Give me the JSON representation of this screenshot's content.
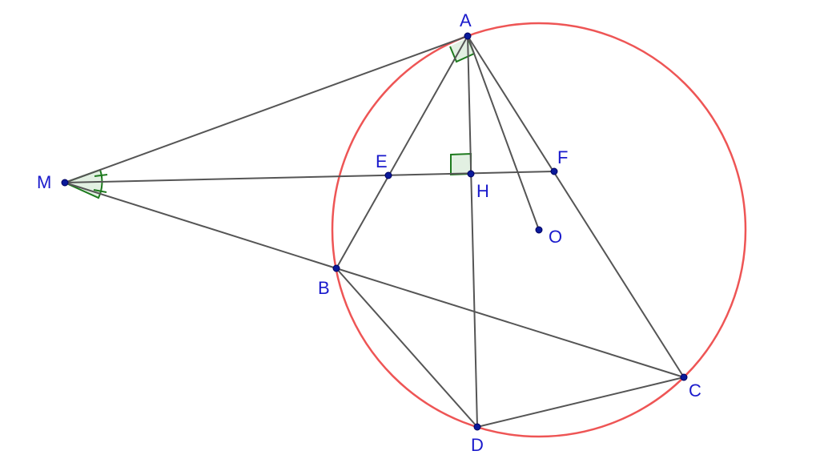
{
  "colors": {
    "circle": "#ee5555",
    "segment": "#555555",
    "point": "#0a1a9a",
    "label": "#1a1acc",
    "mark_stroke": "#1e7a1e",
    "mark_fill": "#cfe6cf"
  },
  "labels": {
    "A": "A",
    "B": "B",
    "C": "C",
    "D": "D",
    "E": "E",
    "F": "F",
    "H": "H",
    "M": "M",
    "O": "O"
  }
}
